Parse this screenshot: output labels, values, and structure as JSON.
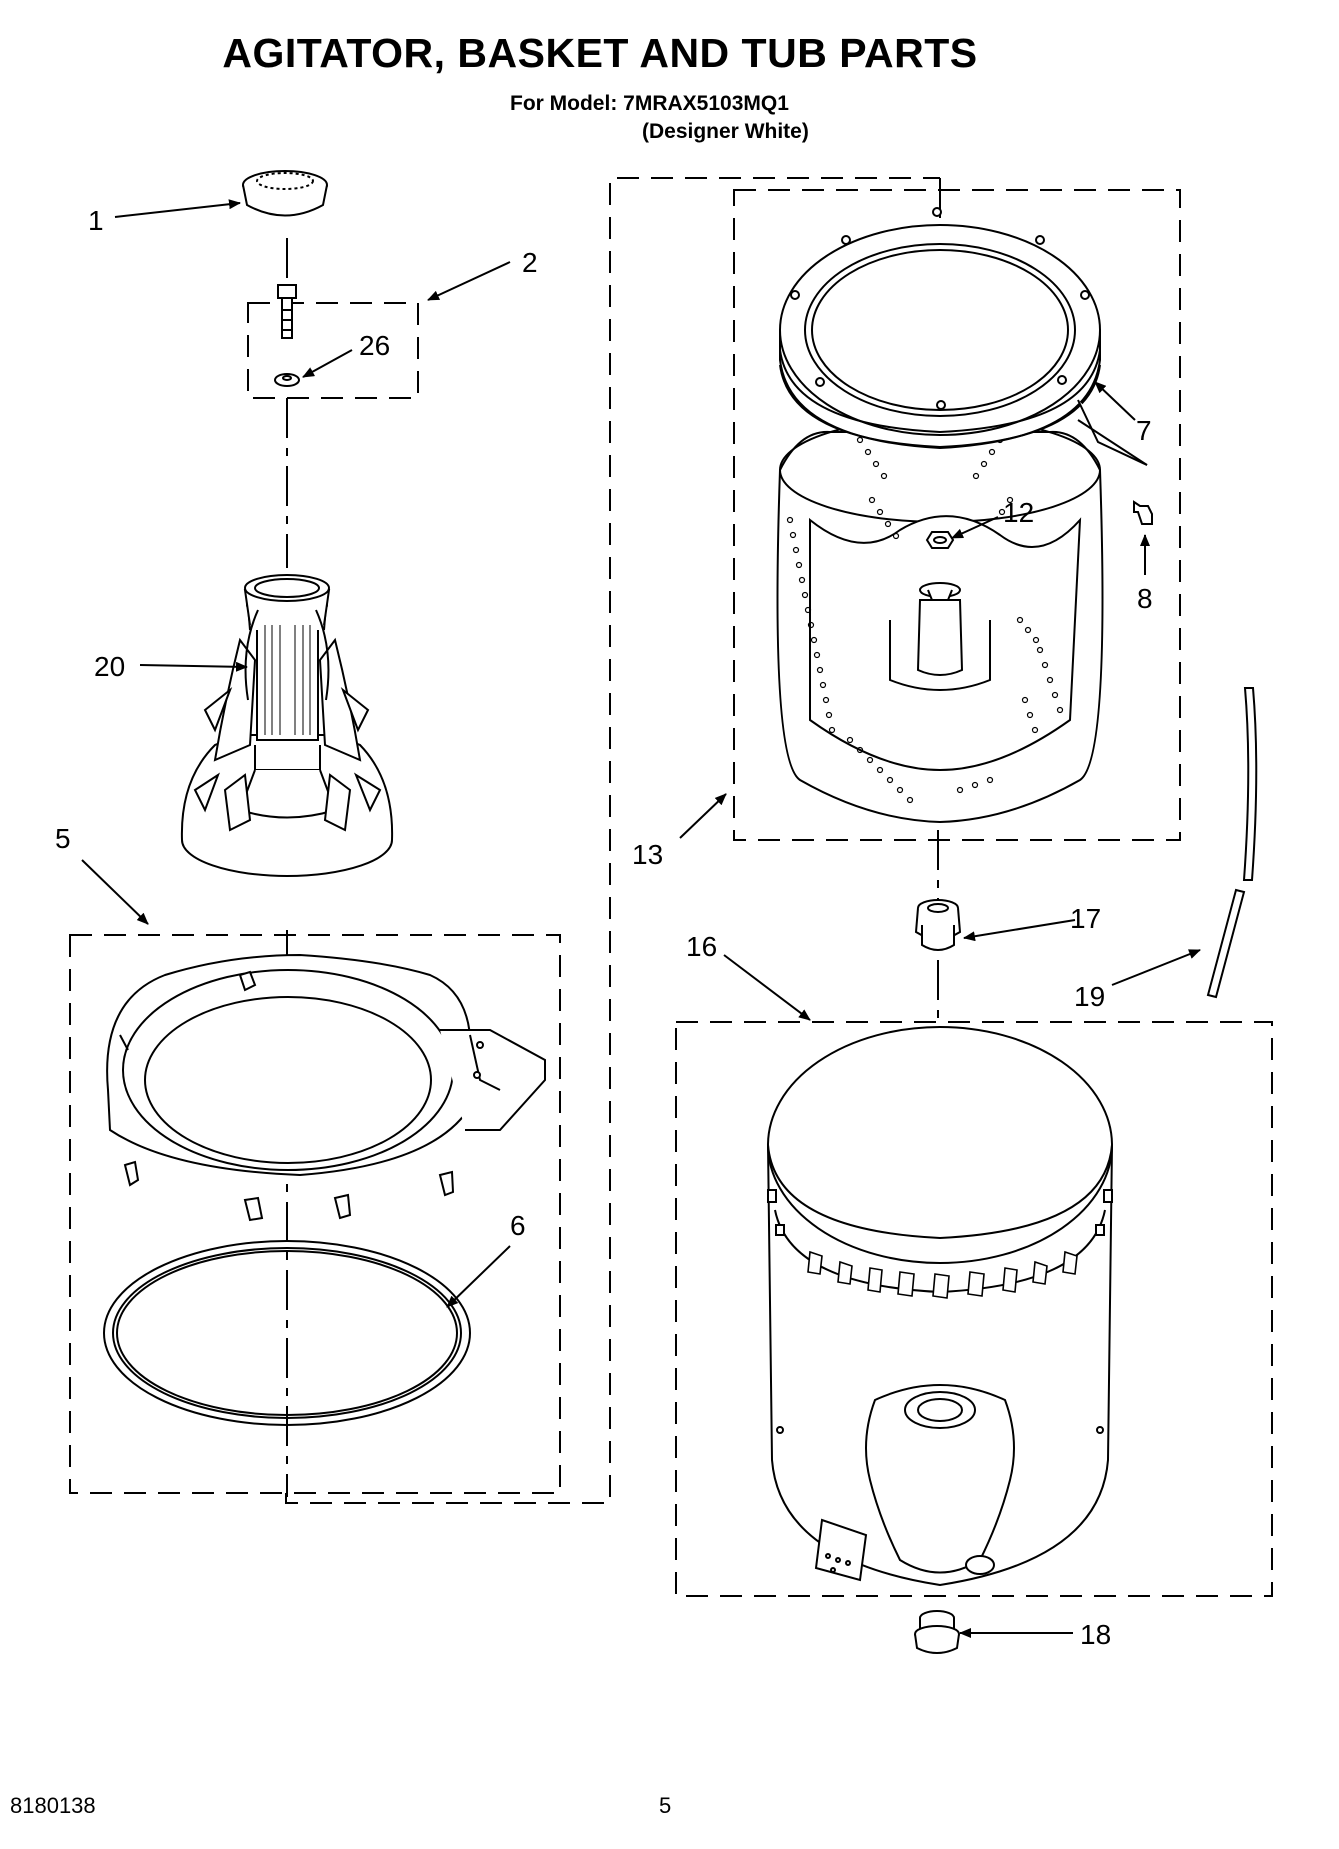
{
  "header": {
    "title": "AGITATOR, BASKET AND TUB PARTS",
    "model_line": "For Model: 7MRAX5103MQ1",
    "variant_line": "(Designer White)"
  },
  "callouts": {
    "c1": "1",
    "c2": "2",
    "c26": "26",
    "c20": "20",
    "c5": "5",
    "c6": "6",
    "c7": "7",
    "c12": "12",
    "c8": "8",
    "c13": "13",
    "c17": "17",
    "c16": "16",
    "c19": "19",
    "c18": "18"
  },
  "footer": {
    "doc_number": "8180138",
    "page_number": "5"
  }
}
